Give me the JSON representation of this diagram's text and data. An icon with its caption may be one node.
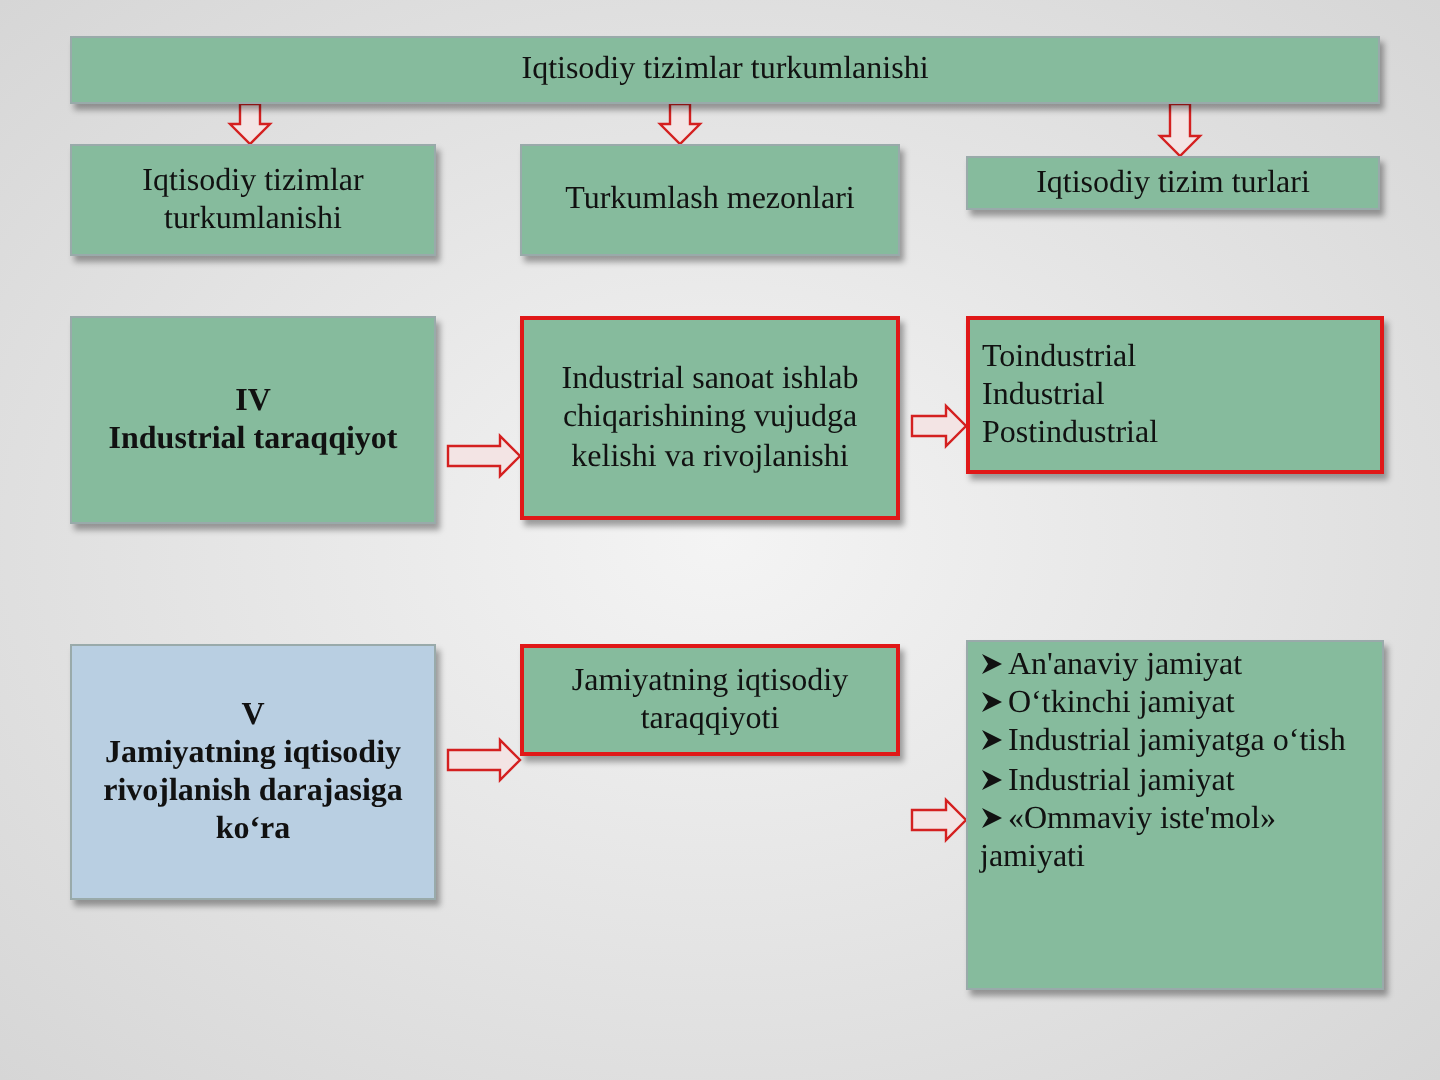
{
  "diagram": {
    "nodes": [
      {
        "text": [
          "Iqtisodiy tizimlar turkumlanishi"
        ]
      },
      {
        "text": [
          "Iqtisodiy tizimlar turkumlanishi"
        ]
      },
      {
        "text": [
          "Turkumlash mezonlari"
        ]
      },
      {
        "text": [
          "Iqtisodiy tizim turlari"
        ]
      },
      {
        "text": [
          "IV",
          "Industrial taraqqiyot"
        ]
      },
      {
        "text": [
          "Industrial sanoat ishlab chiqarishining vujudga kelishi va rivojlanishi"
        ]
      },
      {
        "text": [
          "Toindustrial",
          "Industrial",
          "Postindustrial"
        ]
      },
      {
        "text": [
          "V",
          "Jamiyatning iqtisodiy rivojlanish darajasiga ko‘ra"
        ]
      },
      {
        "text": [
          "Jamiyatning iqtisodiy taraqqiyoti"
        ]
      },
      {
        "text": [
          "An'anaviy jamiyat",
          "O‘tkinchi jamiyat",
          "Industrial jamiyatga o‘tish",
          "Industrial  jamiyat",
          "«Ommaviy iste'mol» jamiyati"
        ]
      }
    ],
    "edges": [
      {
        "from": 0,
        "to": 1,
        "arrow": "to"
      },
      {
        "from": 0,
        "to": 2,
        "arrow": "to"
      },
      {
        "from": 0,
        "to": 3,
        "arrow": "to"
      },
      {
        "from": 4,
        "to": 5,
        "arrow": "to"
      },
      {
        "from": 5,
        "to": 6,
        "arrow": "to"
      },
      {
        "from": 7,
        "to": 8,
        "arrow": "to"
      },
      {
        "from": 8,
        "to": 9,
        "arrow": "to"
      }
    ]
  }
}
